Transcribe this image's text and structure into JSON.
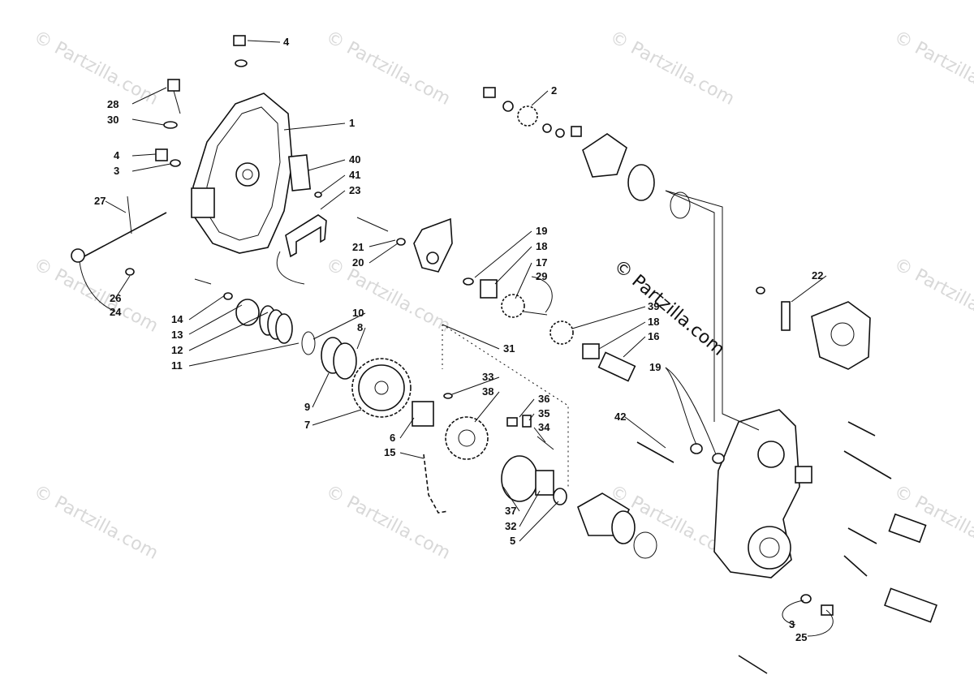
{
  "watermark": "© Partzilla.com",
  "center_watermark": "© Partzilla.com",
  "callouts": {
    "c1": "1",
    "c2": "2",
    "c3a": "3",
    "c3b": "3",
    "c4a": "4",
    "c4b": "4",
    "c5": "5",
    "c6": "6",
    "c7": "7",
    "c8": "8",
    "c9": "9",
    "c10": "10",
    "c11": "11",
    "c12": "12",
    "c13": "13",
    "c14": "14",
    "c15": "15",
    "c16": "16",
    "c17": "17",
    "c18a": "18",
    "c18b": "18",
    "c19a": "19",
    "c19b": "19",
    "c20": "20",
    "c21": "21",
    "c22": "22",
    "c23": "23",
    "c24": "24",
    "c25": "25",
    "c26": "26",
    "c27": "27",
    "c28": "28",
    "c29": "29",
    "c30": "30",
    "c31": "31",
    "c32": "32",
    "c33": "33",
    "c34": "34",
    "c35": "35",
    "c36": "36",
    "c37": "37",
    "c38": "38",
    "c39": "39",
    "c40": "40",
    "c41": "41",
    "c42": "42"
  }
}
